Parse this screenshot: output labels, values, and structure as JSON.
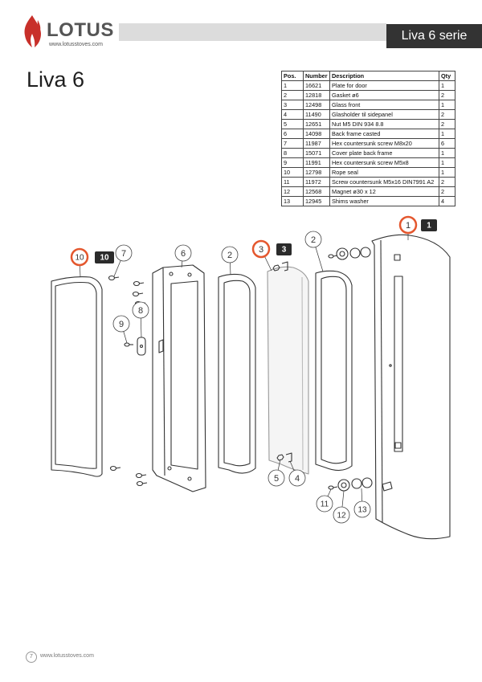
{
  "header": {
    "brand": "LOTUS",
    "brand_url": "www.lotusstoves.com",
    "series_label": "Liva 6 serie"
  },
  "title": "Liva 6",
  "parts_table": {
    "headers": [
      "Pos.",
      "Number",
      "Description",
      "Qty"
    ],
    "rows": [
      [
        "1",
        "16621",
        "Plate for door",
        "1"
      ],
      [
        "2",
        "12818",
        "Gasket ø6",
        "2"
      ],
      [
        "3",
        "12498",
        "Glass front",
        "1"
      ],
      [
        "4",
        "11490",
        "Glasholder til sidepanel",
        "2"
      ],
      [
        "5",
        "12651",
        "Nut M5 DIN 934 8.8",
        "2"
      ],
      [
        "6",
        "14098",
        "Back frame casted",
        "1"
      ],
      [
        "7",
        "11987",
        "Hex countersunk screw M8x20",
        "6"
      ],
      [
        "8",
        "15071",
        "Cover plate back frame",
        "1"
      ],
      [
        "9",
        "11991",
        "Hex countersunk screw M5x8",
        "1"
      ],
      [
        "10",
        "12798",
        "Rope seal",
        "1"
      ],
      [
        "11",
        "11972",
        "Screw countersunk M5x16 DIN7991 A2",
        "2"
      ],
      [
        "12",
        "12568",
        "Magnet ø30 x 12",
        "2"
      ],
      [
        "13",
        "12945",
        "Shims washer",
        "4"
      ]
    ]
  },
  "diagram": {
    "callouts": [
      {
        "label": "1",
        "badge": "1"
      },
      {
        "label": "10",
        "badge": "10"
      },
      {
        "label": "7"
      },
      {
        "label": "6"
      },
      {
        "label": "2"
      },
      {
        "label": "3",
        "badge": "3"
      },
      {
        "label": "2"
      },
      {
        "label": "8"
      },
      {
        "label": "9"
      },
      {
        "label": "5"
      },
      {
        "label": "4"
      },
      {
        "label": "11"
      },
      {
        "label": "12"
      },
      {
        "label": "13"
      }
    ]
  },
  "footer": {
    "page_number": "7",
    "url": "www.lotusstoves.com"
  },
  "colors": {
    "brand_red": "#c8302a",
    "highlight_red": "#e4572e",
    "header_dark": "#333333",
    "header_bar": "#dcdcdc"
  },
  "icons": {
    "logo": "flame-icon"
  }
}
